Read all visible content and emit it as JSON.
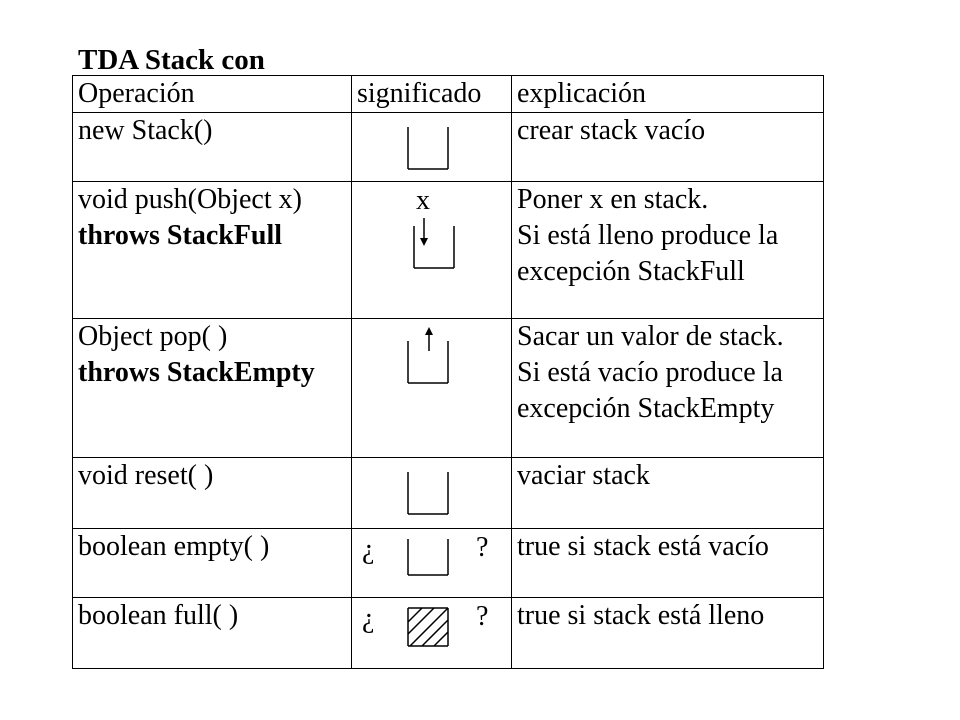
{
  "title": "TDA Stack con",
  "table": {
    "headers": [
      "Operación",
      "significado",
      "explicación"
    ],
    "rows": [
      {
        "operation": [
          "new Stack()"
        ],
        "operation_bold": "",
        "sig_label": "",
        "sig_left": "",
        "sig_right": "",
        "icon": "empty-stack-icon",
        "explanation": [
          "crear stack vacío"
        ]
      },
      {
        "operation": [
          "void push(Object x)"
        ],
        "operation_bold": "throws StackFull",
        "sig_label": "x",
        "sig_left": "",
        "sig_right": "",
        "icon": "push-arrow-icon",
        "explanation": [
          "Poner x en stack.",
          "Si está lleno produce la",
          "excepción StackFull"
        ]
      },
      {
        "operation": [
          "Object pop( )"
        ],
        "operation_bold": "throws StackEmpty",
        "sig_label": "",
        "sig_left": "",
        "sig_right": "",
        "icon": "pop-arrow-icon",
        "explanation": [
          "Sacar un valor de stack.",
          "Si está vacío produce la",
          "excepción StackEmpty"
        ]
      },
      {
        "operation": [
          "void reset( )"
        ],
        "operation_bold": "",
        "sig_label": "",
        "sig_left": "",
        "sig_right": "",
        "icon": "empty-stack-icon",
        "explanation": [
          "vaciar stack"
        ]
      },
      {
        "operation": [
          "boolean empty( )"
        ],
        "operation_bold": "",
        "sig_label": "",
        "sig_left": "¿",
        "sig_right": "?",
        "icon": "empty-stack-question-icon",
        "explanation": [
          "true si stack está vacío"
        ]
      },
      {
        "operation": [
          "boolean full( )"
        ],
        "operation_bold": "",
        "sig_label": "",
        "sig_left": "¿",
        "sig_right": "?",
        "icon": "full-stack-hatched-icon",
        "explanation": [
          "true si stack está lleno"
        ]
      }
    ]
  }
}
